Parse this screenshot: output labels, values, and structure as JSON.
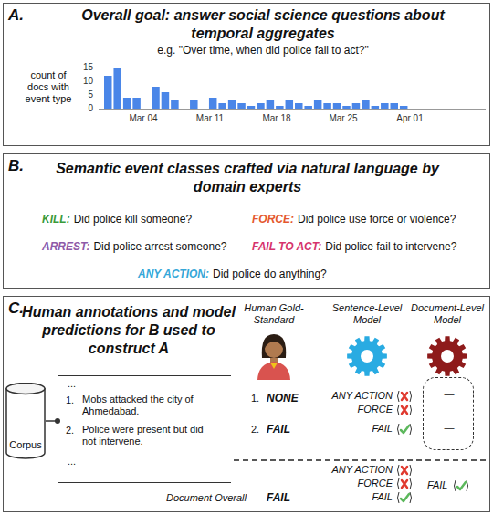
{
  "diagram": {
    "nodes": [
      {
        "text": [
          "A.",
          "Overall goal: answer social science questions about temporal aggregates",
          "e.g. \"Over time, when did police fail to act?\""
        ]
      },
      {
        "text": [
          "B.",
          "Semantic event classes crafted via natural language by domain experts",
          "KILL:",
          "Did police kill someone?",
          "FORCE:",
          "Did police use force or violence?",
          "ARREST:",
          "Did police arrest someone?",
          "FAIL TO ACT:",
          "Did police fail to intervene?",
          "ANY ACTION:",
          "Did police do anything?"
        ]
      },
      {
        "text": [
          "C.",
          "Human annotations and model predictions for B used to construct A"
        ]
      },
      {
        "text": [
          "Corpus"
        ],
        "in": 2
      },
      {
        "text": [
          "...",
          "1.",
          "Mobs attacked the city of Ahmedabad.",
          "2.",
          "Police were present but did not intervene.",
          "..."
        ],
        "in": 2
      },
      {
        "text": [
          "—",
          "—"
        ],
        "in": 2
      }
    ],
    "edges": [
      {
        "from": 3,
        "to": 4,
        "arrow": "none"
      }
    ],
    "labels": [
      "15",
      "10",
      "5",
      "0",
      "count of docs with event type",
      "Mar 04",
      "Mar 11",
      "Mar 18",
      "Mar 25",
      "Apr 01",
      "Human Gold-Standard",
      "Sentence-Level Model",
      "Document-Level Model",
      "1.",
      "NONE",
      "ANY ACTION",
      "FORCE",
      "2.",
      "FAIL",
      "FAIL",
      "Document Overall",
      "FAIL",
      "ANY ACTION",
      "FORCE",
      "FAIL",
      "FAIL"
    ]
  }
}
